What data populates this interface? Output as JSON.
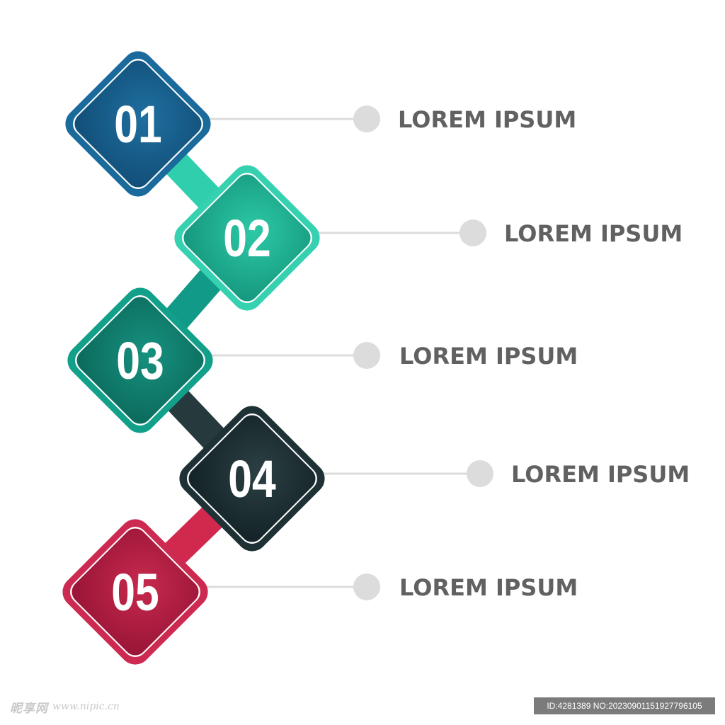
{
  "steps": [
    {
      "number": "01",
      "label": "LOREM IPSUM",
      "color_light": "#1f6fa0",
      "color_dark": "#12507a",
      "border": "#1b6a9c"
    },
    {
      "number": "02",
      "label": "LOREM IPSUM",
      "color_light": "#2cc9a6",
      "color_dark": "#179a80",
      "border": "#35d1b0"
    },
    {
      "number": "03",
      "label": "LOREM IPSUM",
      "color_light": "#17917f",
      "color_dark": "#0c6c5e",
      "border": "#12a08a"
    },
    {
      "number": "04",
      "label": "LOREM IPSUM",
      "color_light": "#2c4044",
      "color_dark": "#142428",
      "border": "#1e3236"
    },
    {
      "number": "05",
      "label": "LOREM IPSUM",
      "color_light": "#c72a4e",
      "color_dark": "#9b1538",
      "border": "#cc2a50"
    }
  ],
  "connector_colors": [
    "#2fcfae",
    "#119a88",
    "#263a3e",
    "#d1284e"
  ],
  "leader_color": "#dcdcdc",
  "text_color": "#616161",
  "watermark": {
    "logo_text": "昵享网",
    "url": "www.nipic.cn",
    "id_text": "ID:4281389 NO:20230901151927796105"
  }
}
